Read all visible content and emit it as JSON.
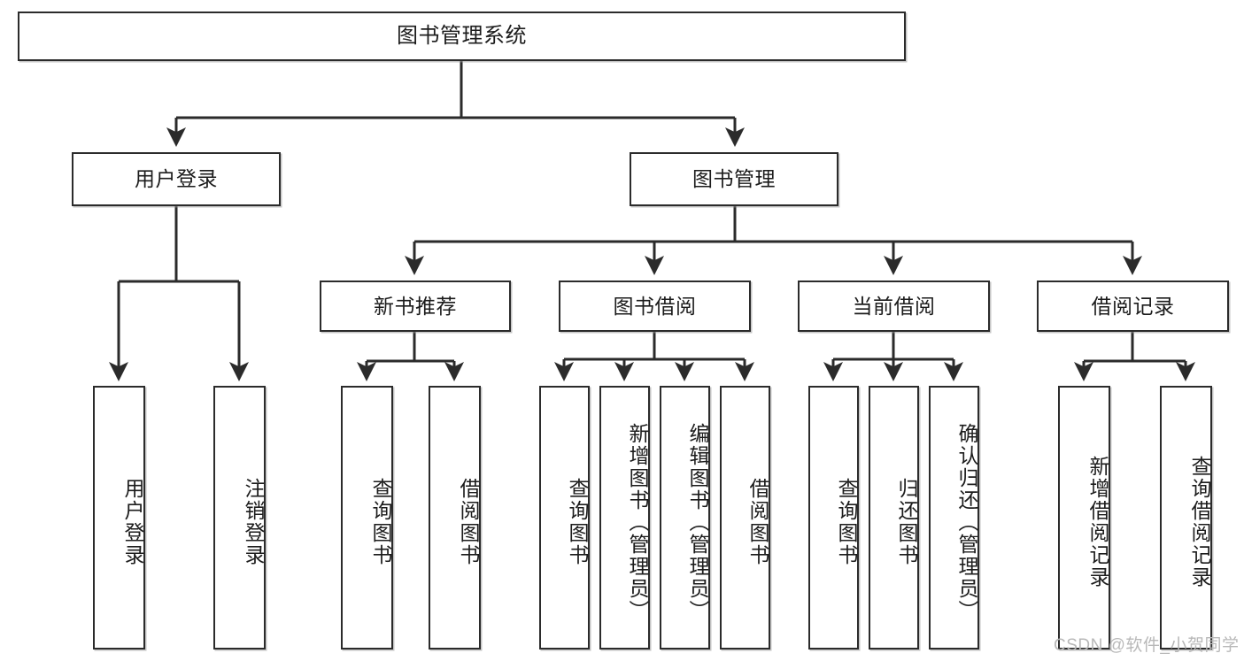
{
  "diagram": {
    "title": "图书管理系统",
    "type": "tree-hierarchy-chart",
    "root": {
      "id": "root",
      "label": "图书管理系统"
    },
    "level2": [
      {
        "id": "user-login",
        "label": "用户登录"
      },
      {
        "id": "book-manage",
        "label": "图书管理"
      }
    ],
    "level3": [
      {
        "id": "new-book-rec",
        "label": "新书推荐"
      },
      {
        "id": "book-borrow",
        "label": "图书借阅"
      },
      {
        "id": "current-borrow",
        "label": "当前借阅"
      },
      {
        "id": "borrow-record",
        "label": "借阅记录"
      }
    ],
    "leaves": {
      "user_login": [
        {
          "id": "leaf-user-login",
          "label": "用户登录"
        },
        {
          "id": "leaf-logout",
          "label": "注销登录"
        }
      ],
      "new_book_rec": [
        {
          "id": "leaf-query-book-1",
          "label": "查询图书"
        },
        {
          "id": "leaf-borrow-book-1",
          "label": "借阅图书"
        }
      ],
      "book_borrow": [
        {
          "id": "leaf-query-book-2",
          "label": "查询图书"
        },
        {
          "id": "leaf-add-book",
          "label": "新增图书（管理员）"
        },
        {
          "id": "leaf-edit-book",
          "label": "编辑图书（管理员）"
        },
        {
          "id": "leaf-borrow-book-2",
          "label": "借阅图书"
        }
      ],
      "current_borrow": [
        {
          "id": "leaf-query-book-3",
          "label": "查询图书"
        },
        {
          "id": "leaf-return-book",
          "label": "归还图书"
        },
        {
          "id": "leaf-confirm-return",
          "label": "确认归还（管理员）"
        }
      ],
      "borrow_record": [
        {
          "id": "leaf-add-record",
          "label": "新增借阅记录"
        },
        {
          "id": "leaf-query-record",
          "label": "查询借阅记录"
        }
      ]
    }
  },
  "watermark": {
    "text": "CSDN @软件_小贺同学"
  },
  "colors": {
    "stroke": "#2b2b2b",
    "node_fill": "#ffffff",
    "text": "#1c1c1c",
    "background": "#ffffff",
    "watermark": "#b8b8b8"
  }
}
